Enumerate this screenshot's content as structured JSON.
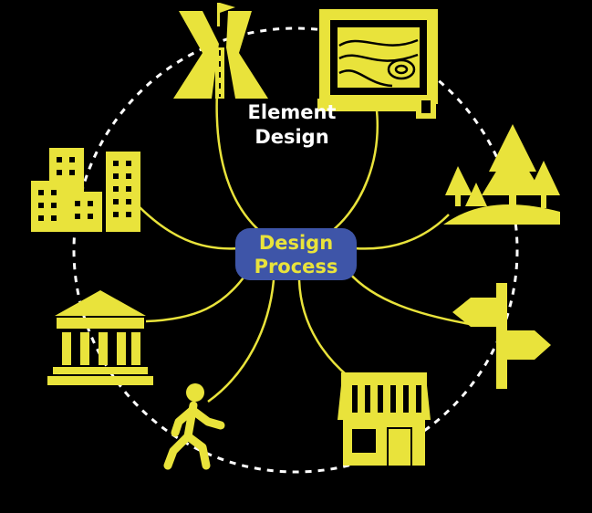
{
  "colors": {
    "background": "#000000",
    "accent": "#e9e33b",
    "center_fill": "#3e55a8",
    "ring": "#ffffff"
  },
  "center": {
    "line1": "Design",
    "line2": "Process"
  },
  "element_label": {
    "line1": "Element",
    "line2": "Design"
  },
  "icons": [
    "road-junction-flag-icon",
    "site-plan-map-icon",
    "trees-landscape-icon",
    "signpost-icon",
    "shop-storefront-icon",
    "pedestrian-walking-icon",
    "civic-building-icon",
    "city-buildings-icon"
  ]
}
